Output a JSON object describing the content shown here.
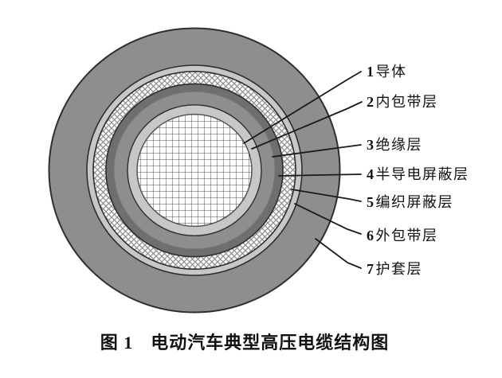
{
  "figure": {
    "caption": {
      "prefix": "图 1",
      "title": "电动汽车典型高压电缆结构图"
    }
  },
  "diagram": {
    "type": "cable-cross-section",
    "labels": [
      {
        "num": "1",
        "name": "导体"
      },
      {
        "num": "2",
        "name": "内包带层"
      },
      {
        "num": "3",
        "name": "绝缘层"
      },
      {
        "num": "4",
        "name": "半导电屏蔽层"
      },
      {
        "num": "5",
        "name": "编织屏蔽层"
      },
      {
        "num": "6",
        "name": "外包带层"
      },
      {
        "num": "7",
        "name": "护套层"
      }
    ],
    "colors": {
      "sheath": "#8e8e8e",
      "outer_tape": "#c7c7c7",
      "semiconductive": "#6f6f6f",
      "insulation": "#8e8e8e",
      "inner_tape": "#c7c7c7",
      "outline": "#2e2e2e",
      "leader_line": "#1a1a1a"
    }
  }
}
